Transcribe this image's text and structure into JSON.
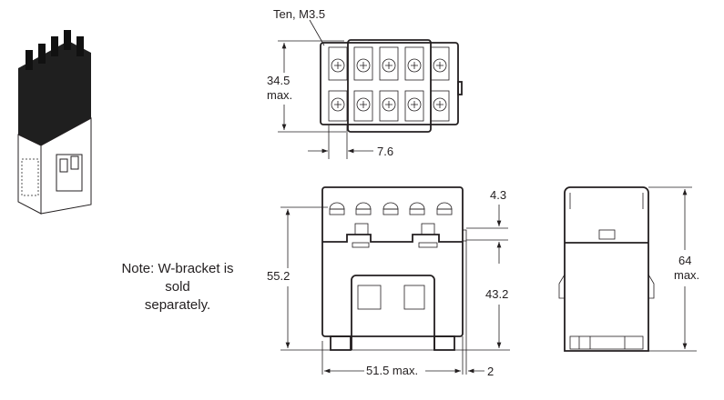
{
  "labels": {
    "terminal": "Ten, M3.5",
    "top_height": "34.5",
    "top_height_suffix": "max.",
    "pitch": "7.6",
    "front_height": "55.2",
    "top_offset": "4.3",
    "mount_height": "43.2",
    "width": "51.5 max.",
    "bracket_offset": "2",
    "side_height": "64",
    "side_height_suffix": "max."
  },
  "note": {
    "line1": "Note: W-bracket is sold",
    "line2": "separately."
  },
  "colors": {
    "ink": "#231f20"
  }
}
